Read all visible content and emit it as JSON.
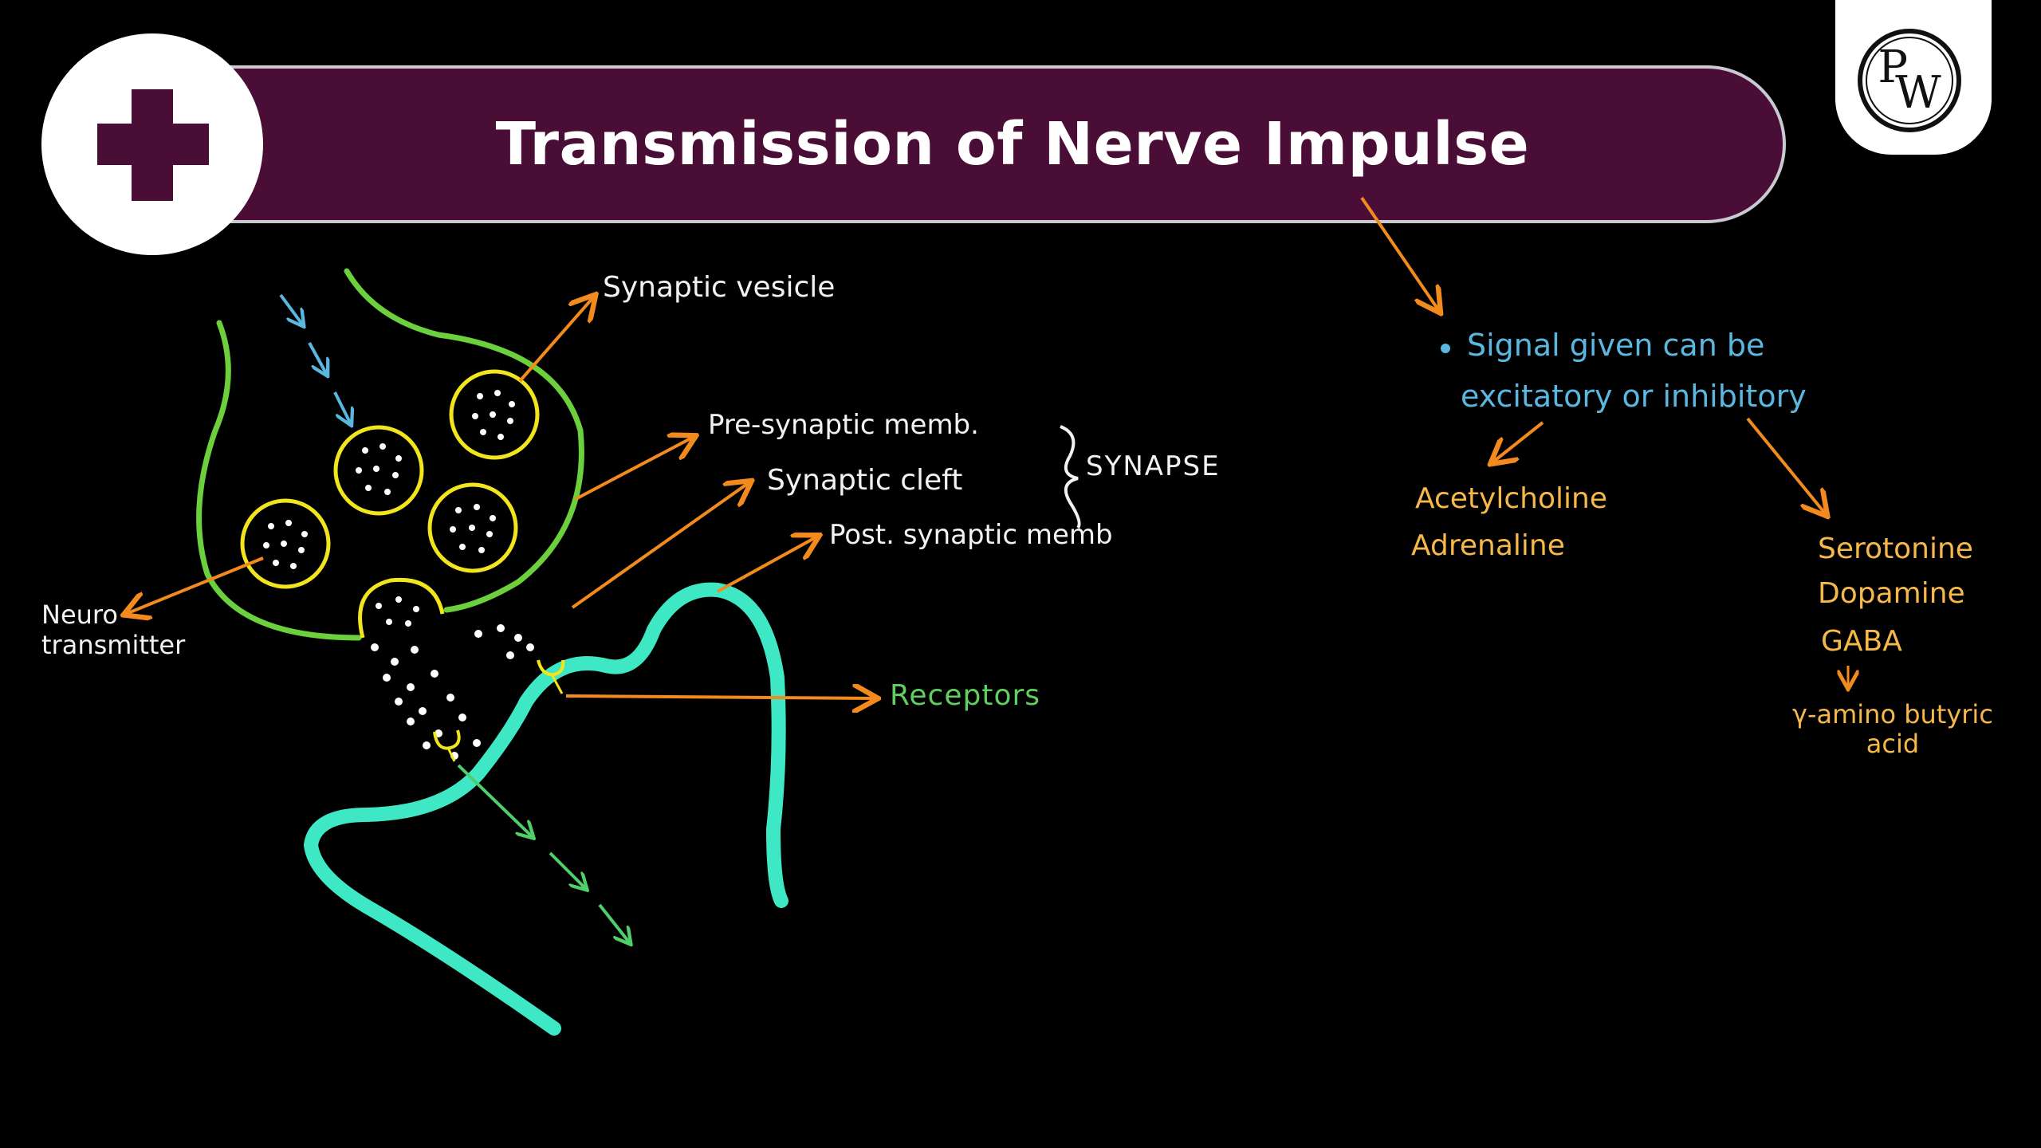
{
  "header": {
    "title": "Transmission of Nerve Impulse",
    "logo_letters": [
      "P",
      "W"
    ]
  },
  "labels": {
    "synaptic_vesicle": "Synaptic vesicle",
    "pre_synaptic": "Pre-synaptic memb.",
    "synaptic_cleft": "Synaptic cleft",
    "post_synaptic": "Post. synaptic memb",
    "synapse": "SYNAPSE",
    "neuro_line1": "Neuro",
    "neuro_line2": "transmitter",
    "receptors": "Receptors"
  },
  "notes": {
    "signal_line1": "Signal given can be",
    "signal_line2": "excitatory or inhibitory",
    "excitatory": [
      "Acetylcholine",
      "Adrenaline"
    ],
    "inhibitory": [
      "Serotonine",
      "Dopamine",
      "GABA"
    ],
    "gaba_expansion_line1": "γ-amino butyric",
    "gaba_expansion_line2": "acid"
  },
  "colors": {
    "background": "#000000",
    "header_fill": "#4a0d35",
    "header_border": "#c9c9d1",
    "badge": "#ffffff",
    "arrow": "#f28a1e",
    "presynaptic_membrane": "#6ccf3c",
    "postsynaptic_membrane": "#3ee8c4",
    "vesicle": "#f2e51d",
    "flow_arrow_blue": "#59b7e0",
    "flow_arrow_green": "#4fcf6a",
    "label_green": "#5fcf5f",
    "label_blue": "#59b7e0",
    "label_yellow": "#f7b84a"
  }
}
